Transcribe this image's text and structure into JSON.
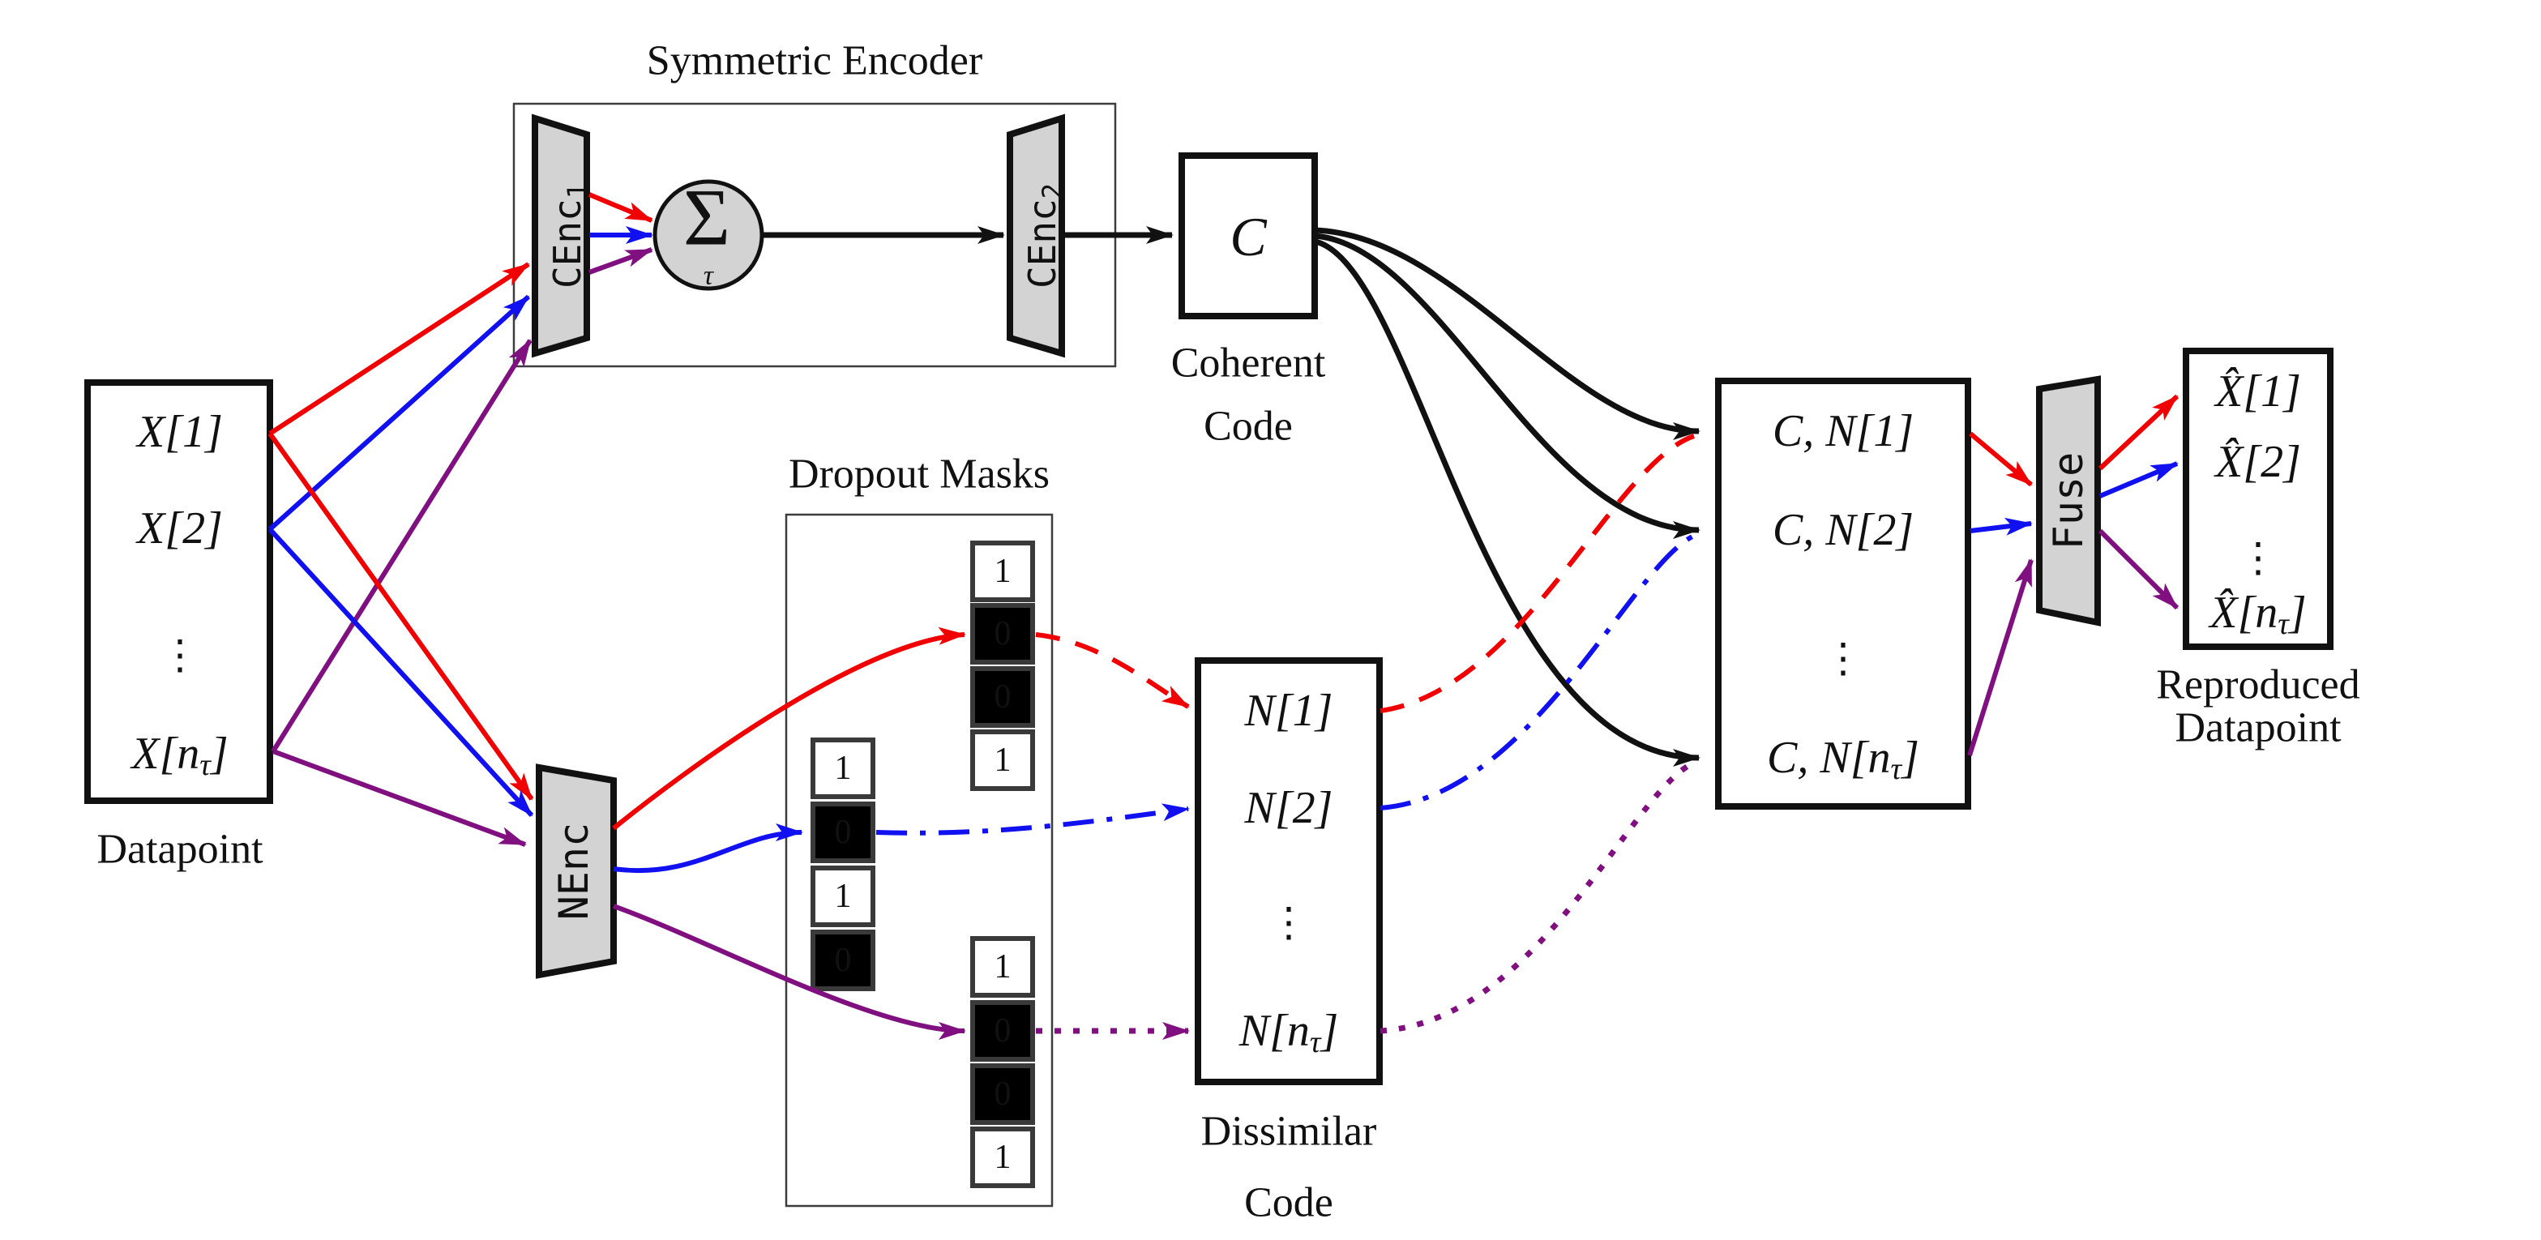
{
  "colors": {
    "red": "#f00000",
    "blue": "#1010f0",
    "purple": "#800f80",
    "black": "#111111",
    "gray_fill": "#d3d3d3",
    "thin_border": "#3d3d3d",
    "cell_border": "#3a3a3a"
  },
  "datapoint_box": {
    "caption": "Datapoint",
    "rows": [
      {
        "pre": "X[1]"
      },
      {
        "pre": "X[2]"
      },
      {
        "pre": "⋮"
      },
      {
        "pre": "X[n",
        "sub": "τ",
        "post": "]"
      }
    ]
  },
  "symmetric_encoder": {
    "title": "Symmetric Encoder",
    "cenc1_main": "CEnc",
    "cenc1_sub": "1",
    "sum_sigma": "Σ",
    "sum_sub": "τ",
    "cenc2_main": "CEnc",
    "cenc2_sub": "2"
  },
  "coherent_code": {
    "symbol": "C",
    "caption_line1": "Coherent",
    "caption_line2": "Code"
  },
  "nenc": {
    "label": "NEnc"
  },
  "dropout_masks": {
    "title": "Dropout Masks",
    "columns": [
      {
        "cells": [
          {
            "v": "1",
            "bg": "#ffffff",
            "fg": "#222222"
          },
          {
            "v": "0",
            "bg": "#000000",
            "fg": "#eeeeee"
          },
          {
            "v": "0",
            "bg": "#000000",
            "fg": "#eeeeee"
          },
          {
            "v": "1",
            "bg": "#ffffff",
            "fg": "#222222"
          }
        ]
      },
      {
        "cells": [
          {
            "v": "1",
            "bg": "#ffffff",
            "fg": "#222222"
          },
          {
            "v": "0",
            "bg": "#000000",
            "fg": "#eeeeee"
          },
          {
            "v": "1",
            "bg": "#ffffff",
            "fg": "#222222"
          },
          {
            "v": "0",
            "bg": "#000000",
            "fg": "#eeeeee"
          }
        ]
      },
      {
        "cells": [
          {
            "v": "1",
            "bg": "#ffffff",
            "fg": "#222222"
          },
          {
            "v": "0",
            "bg": "#000000",
            "fg": "#eeeeee"
          },
          {
            "v": "0",
            "bg": "#000000",
            "fg": "#eeeeee"
          },
          {
            "v": "1",
            "bg": "#ffffff",
            "fg": "#222222"
          }
        ]
      }
    ]
  },
  "dissimilar_code": {
    "caption_line1": "Dissimilar",
    "caption_line2": "Code",
    "rows": [
      {
        "pre": "N[1]"
      },
      {
        "pre": "N[2]"
      },
      {
        "pre": "⋮"
      },
      {
        "pre": "N[n",
        "sub": "τ",
        "post": "]"
      }
    ]
  },
  "combined_codes": {
    "rows": [
      {
        "pre": "C, N[1]"
      },
      {
        "pre": "C, N[2]"
      },
      {
        "pre": "⋮"
      },
      {
        "pre": "C, N[n",
        "sub": "τ",
        "post": "]"
      }
    ]
  },
  "fuse": {
    "label": "Fuse"
  },
  "reproduced": {
    "caption_line1": "Reproduced",
    "caption_line2": "Datapoint",
    "rows": [
      {
        "pre": "X̂[1]"
      },
      {
        "pre": "X̂[2]"
      },
      {
        "pre": "⋮"
      },
      {
        "pre": "X̂[n",
        "sub": "τ",
        "post": "]"
      }
    ]
  }
}
